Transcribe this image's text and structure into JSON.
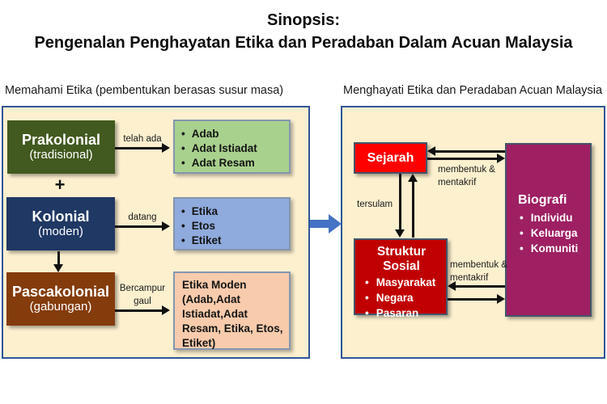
{
  "title": {
    "line1": "Sinopsis:",
    "line2": "Pengenalan Penghayatan Etika dan Peradaban Dalam Acuan Malaysia"
  },
  "left_panel": {
    "header": "Memahami Etika (pembentukan berasas susur masa)",
    "plus_sign": "+",
    "stages": [
      {
        "title": "Prakolonial",
        "subtitle": "(tradisional)",
        "arrow_label": "telah ada"
      },
      {
        "title": "Kolonial",
        "subtitle": "(moden)",
        "arrow_label": "datang"
      },
      {
        "title": "Pascakolonial",
        "subtitle": "(gabungan)",
        "arrow_label": "Bercampur gaul"
      }
    ],
    "adat_box": {
      "items": [
        "Adab",
        "Adat Istiadat",
        "Adat Resam"
      ]
    },
    "etika_box": {
      "items": [
        "Etika",
        "Etos",
        "Etiket"
      ]
    },
    "etika_moden_box": {
      "text": "Etika Moden (Adab,Adat Istiadat,Adat Resam, Etika, Etos, Etiket)"
    }
  },
  "right_panel": {
    "header": "Menghayati Etika dan Peradaban Acuan Malaysia",
    "sejarah": {
      "title": "Sejarah"
    },
    "struktur_sosial": {
      "title": "Struktur Sosial",
      "items": [
        "Masyarakat",
        "Negara",
        "Pasaran"
      ]
    },
    "biografi": {
      "title": "Biografi",
      "items": [
        "Individu",
        "Keluarga",
        "Komuniti"
      ]
    },
    "labels": {
      "top_arrow_label": "membentuk & mentakrif",
      "vertical_arrow_label": "tersulam",
      "bottom_arrow_label": "membentuk & mentakrif"
    }
  },
  "colors": {
    "panel_bg": "#FCF0CF",
    "panel_border": "#2F5597",
    "prakolonial": "#42591F",
    "kolonial": "#1F3864",
    "pascakolonial": "#843C0C",
    "adat_box": "#A9D18E",
    "etika_box": "#8FAADC",
    "etika_moden_box": "#F7CBAC",
    "sejarah": "#FE0000",
    "struktur_sosial": "#C00000",
    "biografi": "#9E2063",
    "flow_arrow": "#4472C4"
  }
}
